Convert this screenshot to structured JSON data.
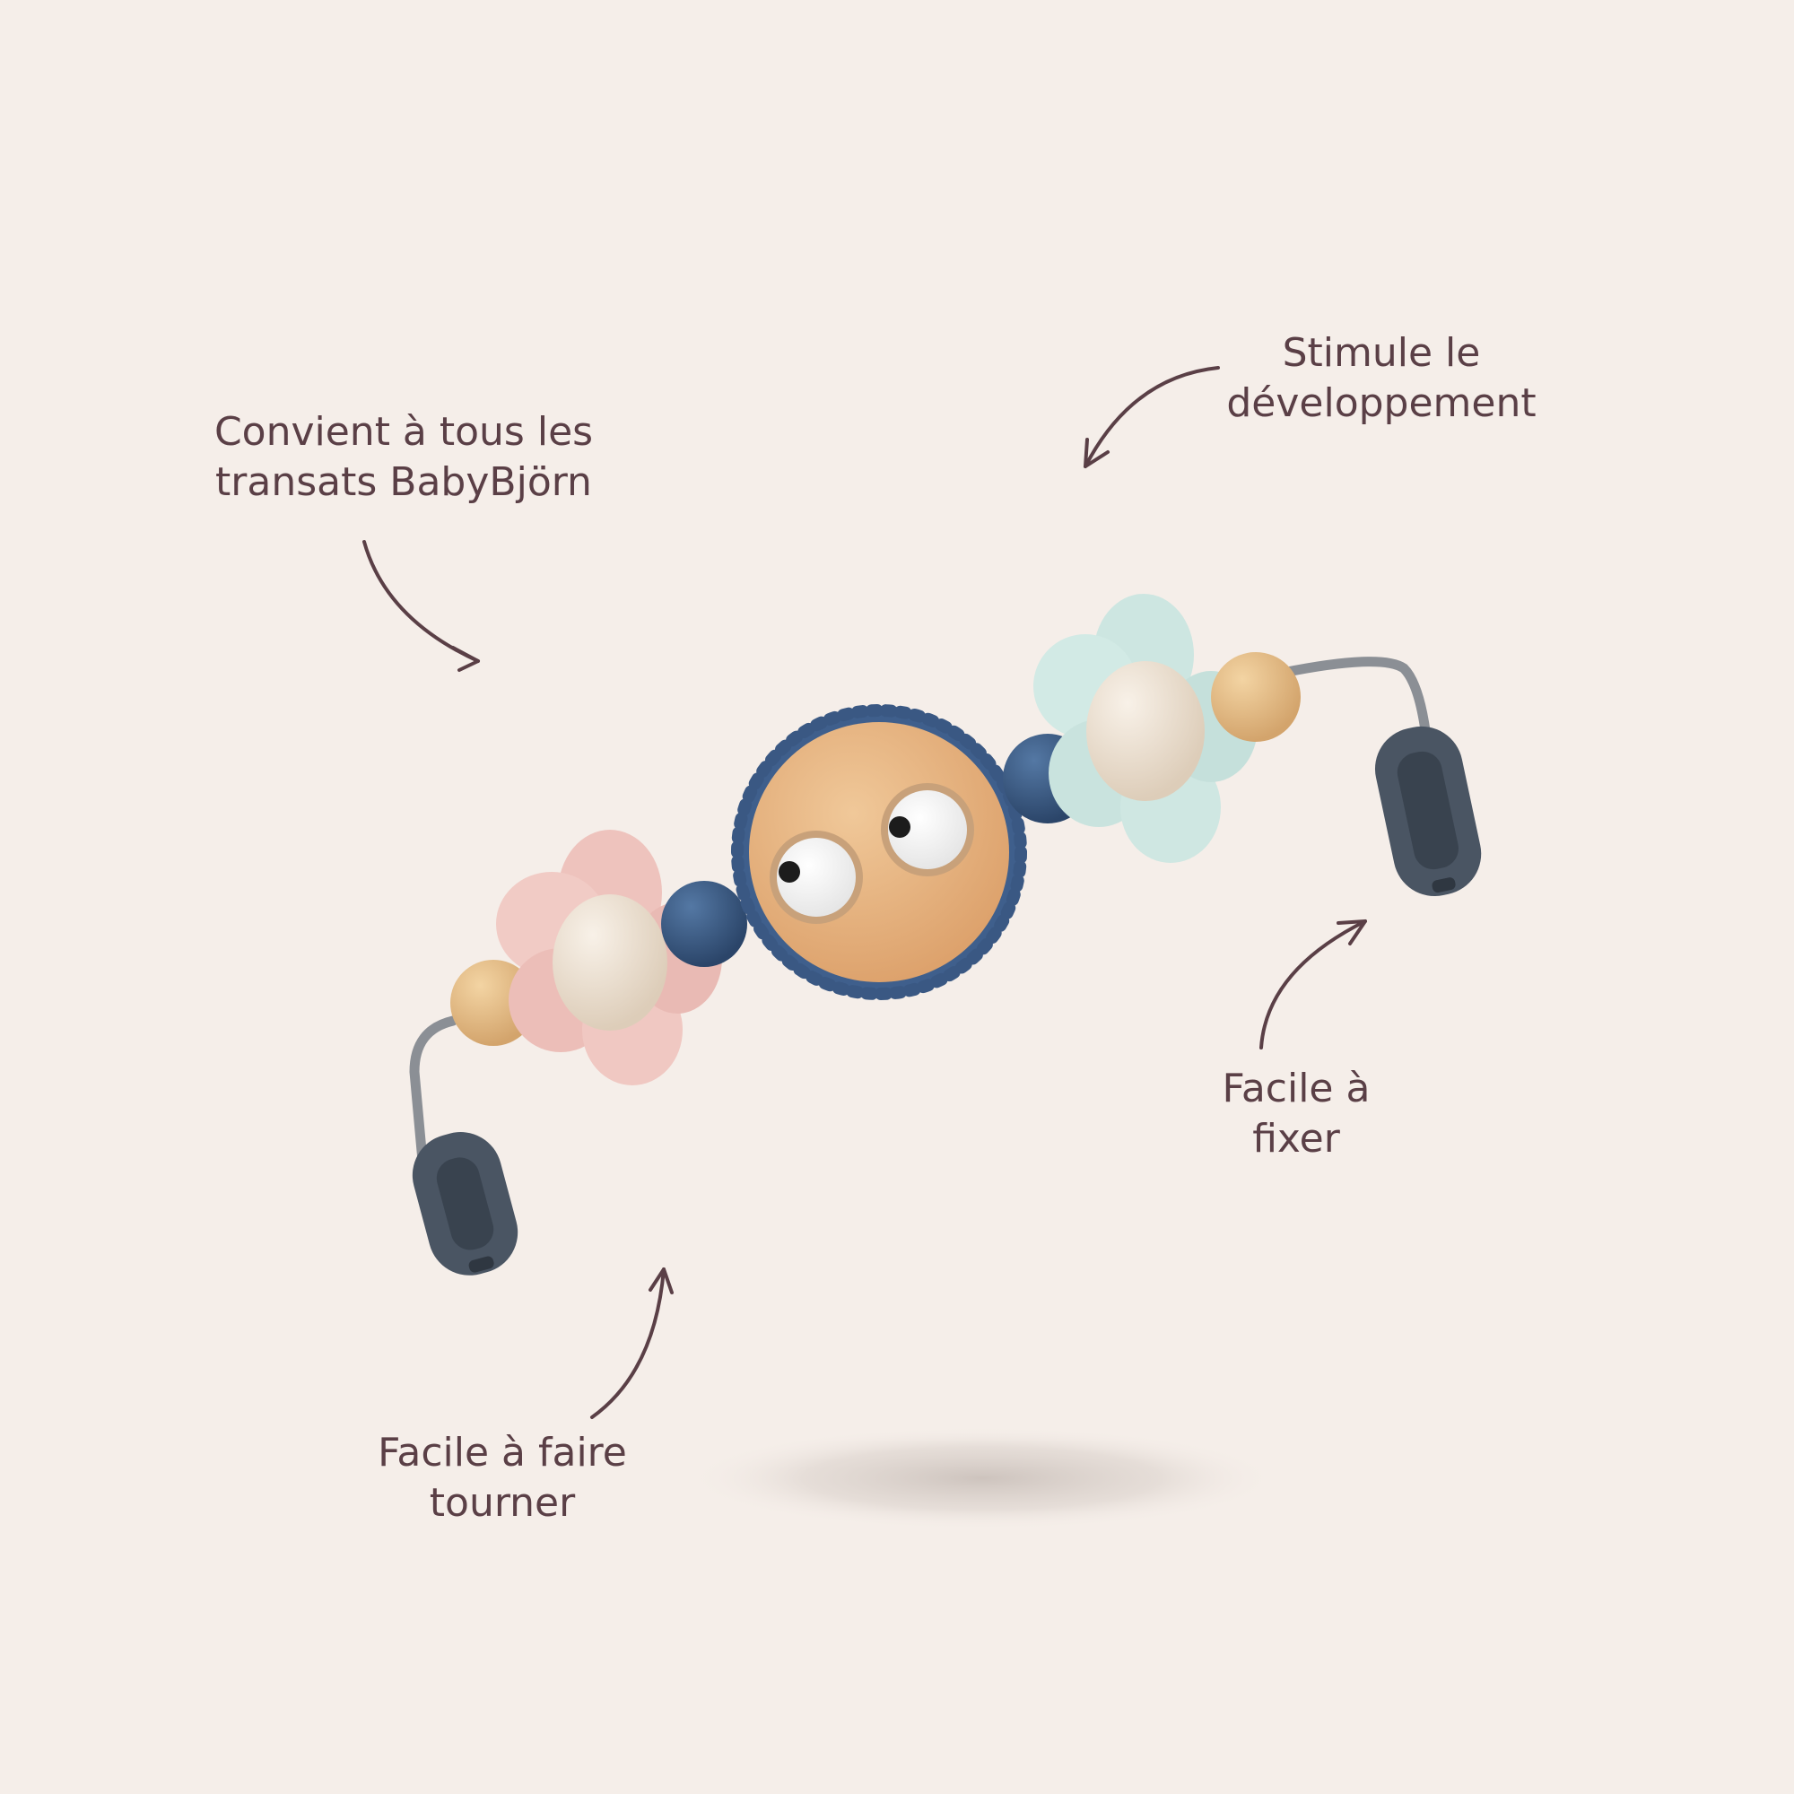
{
  "annotations": [
    {
      "id": "compat",
      "lines": [
        "Convient à tous les",
        "transats BabyBjörn"
      ]
    },
    {
      "id": "dev",
      "lines": [
        "Stimule le",
        "développement"
      ]
    },
    {
      "id": "attach",
      "lines": [
        "Facile à",
        "fixer"
      ]
    },
    {
      "id": "rotate",
      "lines": [
        "Facile à faire",
        "tourner"
      ]
    }
  ],
  "colors": {
    "background": "#f5eee9",
    "text": "#5a3f46",
    "arrow": "#5a3f46",
    "wood": "#e3b27f",
    "navy_bead": "#36547c",
    "pink_flower": "#efc6c0",
    "mint_flower": "#cfe7e2",
    "clip_grey": "#4a5563"
  }
}
